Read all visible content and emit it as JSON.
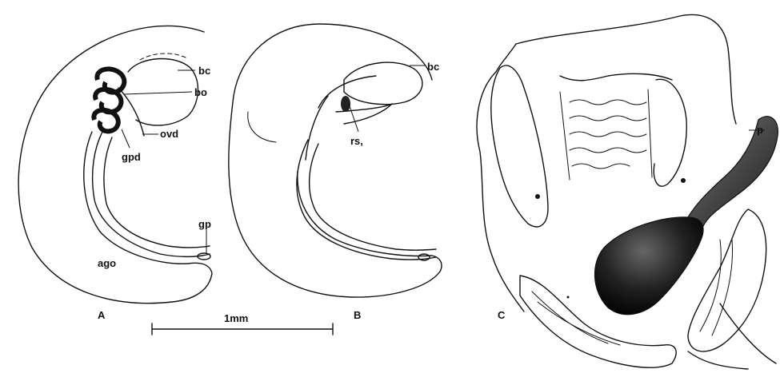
{
  "figure": {
    "panels": {
      "A": "A",
      "B": "B",
      "C": "C"
    },
    "labels": {
      "a_bc": "bc",
      "a_bo": "bo",
      "a_ovd": "ovd",
      "a_gpd": "gpd",
      "a_gp": "gp",
      "a_ago": "ago",
      "b_bc": "bc",
      "b_rs": "rs,",
      "c_p": "p"
    },
    "scale_bar": {
      "label": "1mm"
    }
  }
}
